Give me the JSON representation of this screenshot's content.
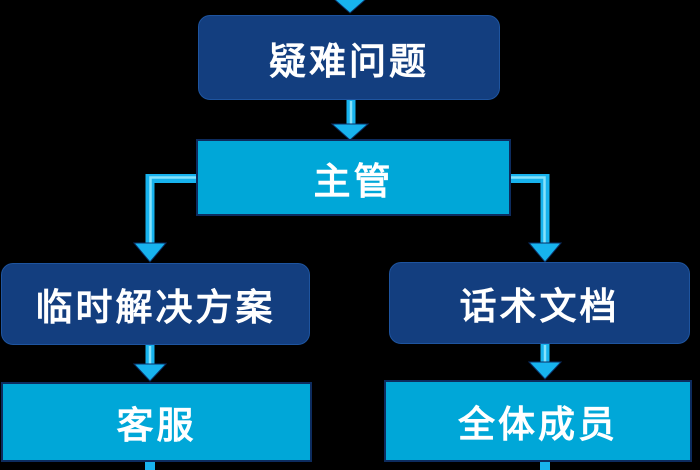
{
  "canvas": {
    "background": "#000000"
  },
  "colors": {
    "canvas_bg": "#000000",
    "text_color": "#ffffff",
    "dark_node_fill": "#133e7f",
    "dark_node_border": "#1e549f",
    "light_node_fill": "#00a7d8",
    "light_node_border": "#0d2c5f",
    "arrow_fill": "#17b3ee",
    "arrow_highlight": "#86e2fb",
    "arrow_outline": "#0a2f66"
  },
  "diagram": {
    "type": "flowchart",
    "direction": "top-down",
    "nodes": [
      {
        "id": "problem",
        "label": "疑难问题",
        "style": "dark"
      },
      {
        "id": "supervisor",
        "label": "主管",
        "style": "light"
      },
      {
        "id": "temp-solution",
        "label": "临时解决方案",
        "style": "dark"
      },
      {
        "id": "script-doc",
        "label": "话术文档",
        "style": "dark"
      },
      {
        "id": "customer-service",
        "label": "客服",
        "style": "light"
      },
      {
        "id": "all-members",
        "label": "全体成员",
        "style": "light"
      }
    ],
    "edges": [
      {
        "from": "offscreen-top",
        "to": "problem"
      },
      {
        "from": "problem",
        "to": "supervisor"
      },
      {
        "from": "supervisor",
        "to": "temp-solution"
      },
      {
        "from": "supervisor",
        "to": "script-doc"
      },
      {
        "from": "temp-solution",
        "to": "customer-service"
      },
      {
        "from": "script-doc",
        "to": "all-members"
      },
      {
        "from": "customer-service",
        "to": "offscreen-bottom"
      },
      {
        "from": "all-members",
        "to": "offscreen-bottom"
      }
    ]
  }
}
